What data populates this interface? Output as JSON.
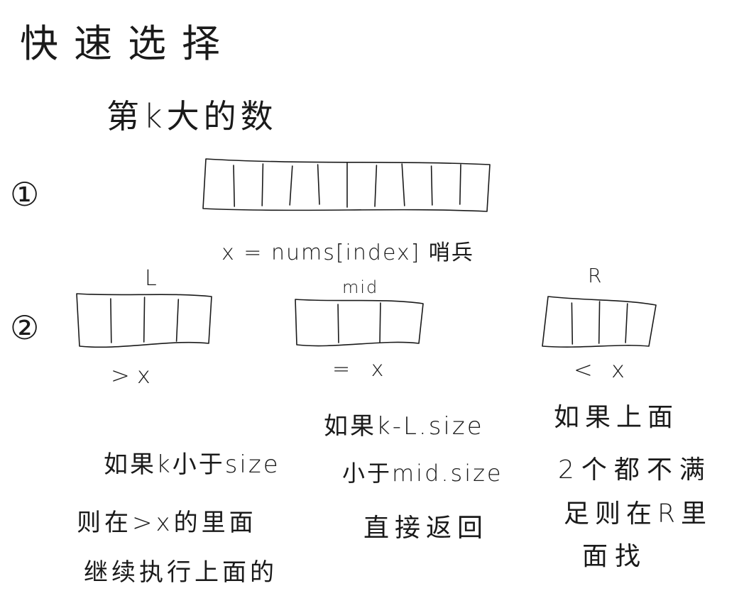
{
  "title": "快速选择",
  "subtitle": "第k大的数",
  "steps": {
    "step1": {
      "marker": "①",
      "pivot_note": "x = nums[index] 哨兵",
      "cells": 10
    },
    "step2": {
      "marker": "②",
      "partitions": [
        {
          "label": "L",
          "condition": ">x",
          "cells": 4,
          "note_lines": [
            "如果k小于size",
            "则在>x的里面",
            "继续执行上面的"
          ]
        },
        {
          "label": "mid",
          "condition": "= x",
          "cells": 3,
          "note_lines": [
            "如果k-L.size",
            "小于mid.size",
            "直接返回"
          ]
        },
        {
          "label": "R",
          "condition": "< x",
          "cells": 4,
          "note_lines": [
            "如果上面",
            "2个都不满",
            "足则在R里",
            "面找"
          ]
        }
      ]
    }
  }
}
